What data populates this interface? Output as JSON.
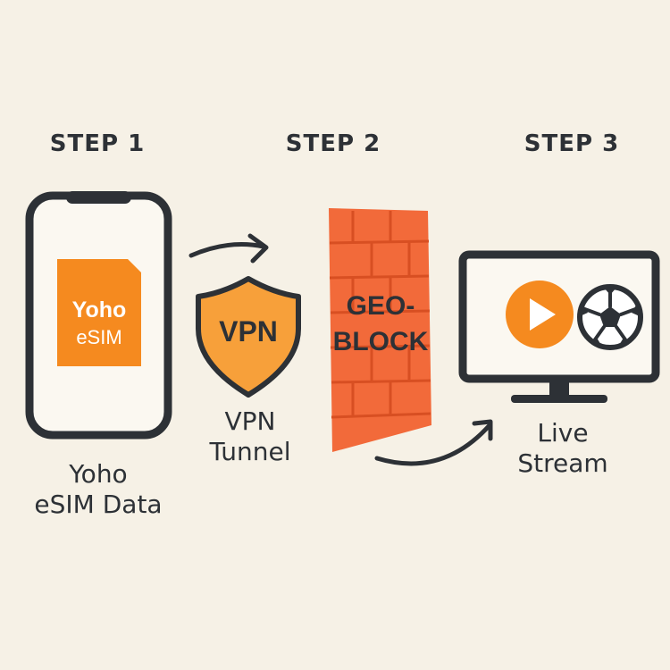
{
  "steps": [
    {
      "heading": "STEP 1",
      "caption_line1": "Yoho",
      "caption_line2": "eSIM Data"
    },
    {
      "heading": "STEP 2",
      "caption_line1": "VPN",
      "caption_line2": "Tunnel"
    },
    {
      "heading": "STEP 3",
      "caption_line1": "Live",
      "caption_line2": "Stream"
    }
  ],
  "sim_card": {
    "line1": "Yoho",
    "line2": "eSIM"
  },
  "shield": {
    "label": "VPN"
  },
  "wall": {
    "line1": "GEO-",
    "line2": "BLOCK"
  },
  "colors": {
    "background": "#f6f1e6",
    "dark": "#2d3136",
    "orange": "#f58a1f",
    "brick": "#f26a3a"
  },
  "icons": [
    "phone-icon",
    "sim-card-icon",
    "shield-icon",
    "brick-wall-icon",
    "monitor-icon",
    "play-icon",
    "soccer-ball-icon",
    "arrow-icon"
  ]
}
